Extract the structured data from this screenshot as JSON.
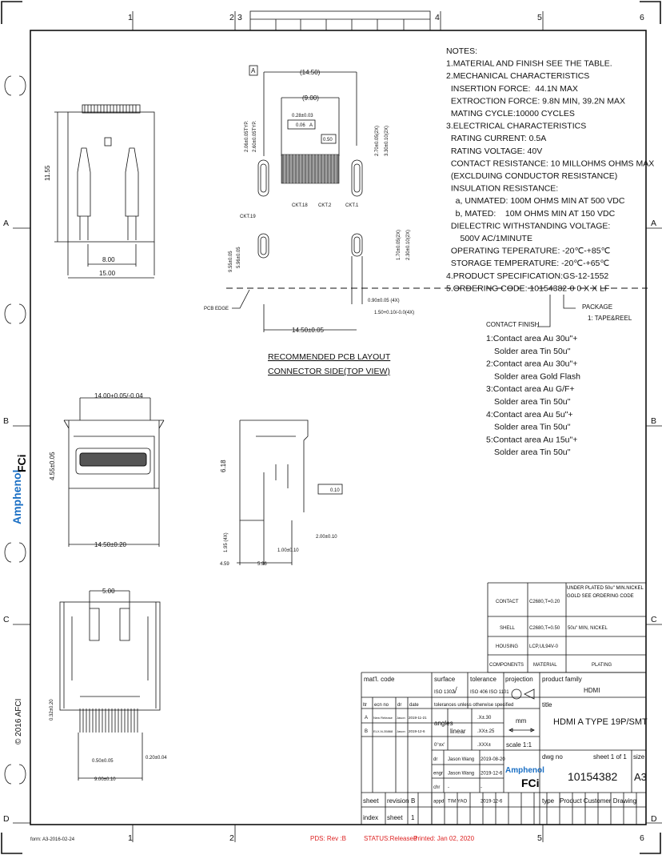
{
  "frame": {
    "zones_top": [
      "1",
      "2",
      "3",
      "4",
      "5",
      "6"
    ],
    "zones_side": [
      "A",
      "B",
      "C",
      "D"
    ],
    "form": "form: A3-2016-02-24",
    "pds": "PDS: Rev :B",
    "status": "STATUS:Released",
    "printed": "Printed: Jan 02, 2020",
    "copyright": "© 2016 AFCI",
    "brand_vertical": "Amphenol FCi"
  },
  "notes": {
    "lines": [
      "NOTES:",
      "1.MATERIAL AND FINISH SEE THE TABLE.",
      "2.MECHANICAL CHARACTERISTICS",
      "  INSERTION FORCE:  44.1N MAX",
      "  EXTROCTION FORCE: 9.8N MIN, 39.2N MAX",
      "  MATING CYCLE:10000 CYCLES",
      "3.ELECTRICAL CHARACTERISTICS",
      "  RATING CURRENT: 0.5A",
      "  RATING VOLTAGE: 40V",
      "  CONTACT RESISTANCE: 10 MILLOHMS OHMS MAX",
      "  (EXCLDUING CONDUCTOR RESISTANCE)",
      "  INSULATION RESISTANCE:",
      "    a, UNMATED: 100M OHMS MIN AT 500 VDC",
      "    b, MATED:    10M OHMS MIN AT 150 VDC",
      "  DIELECTRIC WITHSTANDING VOLTAGE:",
      "      500V AC/1MINUTE",
      "  OPERATING TEPERATURE: -20℃-+85℃",
      "  STORAGE TEMPERATURE: -20℃-+65℃",
      "4.PRODUCT SPECIFICATION:GS-12-1552",
      "5.ORDERING CODE: 10154382-0 0 X X LF"
    ],
    "package_label": "PACKAGE",
    "package_option": "1: TAPE&REEL",
    "contact_finish_label": "CONTACT FINISH",
    "finish_options": [
      "1:Contact area Au 30u\"+",
      "Solder area Tin 50u''",
      "2:Contact area Au 30u\"+",
      "Solder area Gold Flash",
      "3:Contact area Au G/F+",
      "Solder area Tin 50u''",
      "4:Contact area Au 5u\"+",
      "Solder area Tin 50u''",
      "5:Contact area Au 15u\"+",
      "Solder area Tin 50u''"
    ]
  },
  "pcb_layout": {
    "caption1": "RECOMMENDED PCB LAYOUT",
    "caption2": "CONNECTOR SIDE(TOP VIEW)",
    "datum": "A",
    "dims": {
      "d1": "(14.50)",
      "d2": "(9.00)",
      "d3": "0.28±0.03",
      "d4": "0.06",
      "d4b": "A",
      "d5": "0.50",
      "d6": "2.06±0.05TYP.",
      "d7": "2.60±0.05TYP.",
      "d8": "2.70±0.05(2X)",
      "d9": "3.30±0.10(2X)",
      "d10": "1.70±0.05(2X)",
      "d11": "2.30±0.10(2X)",
      "d12": "9.55±0.05",
      "d13": "5.96±0.05",
      "d14": "0.90±0.05 (4X)",
      "d15": "1.50+0.10/-0.0(4X)",
      "d16": "14.50±0.05",
      "pcb_edge": "PCB EDGE",
      "ckt19": "CKT.19",
      "ckt18": "CKT.18",
      "ckt2": "CKT.2",
      "ckt1": "CKT.1"
    }
  },
  "views": {
    "top_dims": [
      "11.55",
      "8.00",
      "15.00"
    ],
    "front_dims": [
      "14.00+0.05/-0.04",
      "4.55±0.05",
      "14.50±0.20"
    ],
    "side_dims": [
      "6.18",
      "0.10",
      "2.00±0.10",
      "1.00±0.10",
      "1.95 (4X)",
      "4.59",
      "5.96"
    ],
    "bottom_dims": [
      "5.00",
      "0.32±0.20",
      "0.50±0.05",
      "0.20±0.04",
      "9.00±0.10"
    ]
  },
  "materials_table": {
    "rows": [
      [
        "CONTACT",
        "C2680,T=0.20",
        "UNDER PLATED 50u'' MIN.NICKEL GOLD SEE ORDERING CODE"
      ],
      [
        "SHELL",
        "C2680,T=0.50",
        "50u\" MIN, NICKEL"
      ],
      [
        "HOUSING",
        "LCP,UL94V-0",
        ""
      ],
      [
        "COMPONENTS",
        "MATERIAL",
        "PLATING"
      ]
    ]
  },
  "title_block": {
    "matl_code": "mat'l. code",
    "surface": "surface",
    "surface_std": "ISO 1302",
    "tolerance": "tolerance",
    "tolerance_std": "ISO 406  ISO 1101",
    "projection": "projection",
    "product_family_label": "product family",
    "product_family": "HDMI",
    "ltr": "ltr",
    "ecn_no": "ecn no",
    "dr": "dr",
    "date": "date",
    "tol_note": "tolerances unless otherwise specified",
    "title_label": "title",
    "title": "HDMI A TYPE 19P/SMT",
    "revisions": [
      [
        "A",
        "New Release",
        "Jason",
        "2019-11-21"
      ],
      [
        "B",
        "ELX-N-35868",
        "Jason",
        "2019-12-6"
      ]
    ],
    "angles": "angles",
    "linear": "linear",
    "angle_tol": "0°±x'",
    "lin_tols": [
      ".X±.30",
      ".XX±.25",
      ".XXX±"
    ],
    "units": "mm",
    "scale": "scale 1:1",
    "signoffs": [
      [
        "dr",
        "Jason Wang",
        "2019-08-20"
      ],
      [
        "engr",
        "Jason Wang",
        "2019-12-6"
      ],
      [
        "chr",
        "-",
        "-"
      ],
      [
        "appd",
        "TIM YAO",
        "2019-12-6"
      ]
    ],
    "logo": "Amphenol FCi",
    "dwg_no_label": "dwg no",
    "sheet": "sheet 1 of 1",
    "size_label": "size",
    "dwg_no": "10154382",
    "size": "A3",
    "type_label": "type",
    "type": "Product Customer Drawing",
    "sheet_label": "sheet",
    "index_label": "index",
    "revision_label": "revision",
    "revision": "B",
    "sheet2_label": "sheet",
    "sheet_no": "1"
  }
}
